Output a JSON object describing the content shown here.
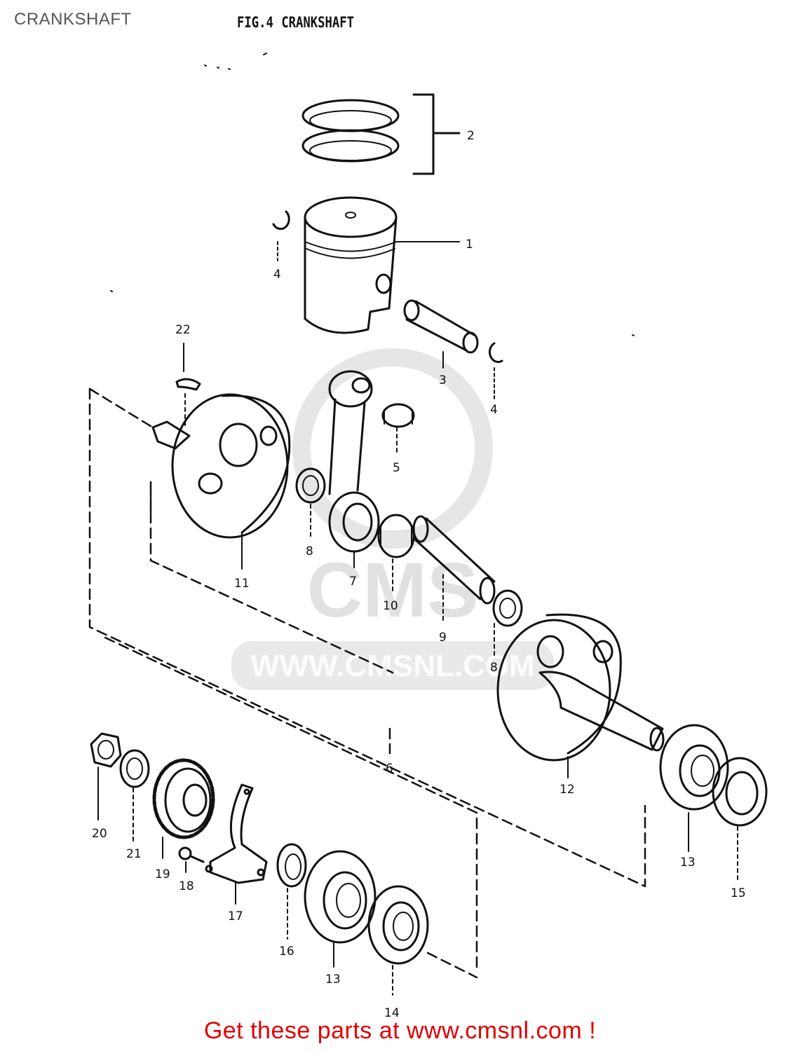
{
  "page_label": "CRANKSHAFT",
  "figure": {
    "number": "FIG.4",
    "title": "CRANKSHAFT"
  },
  "watermark": {
    "url": "WWW.CMSNL.COM",
    "logo_text": "CMS"
  },
  "callouts": [
    {
      "id": "2",
      "text": "2"
    },
    {
      "id": "1",
      "text": "1"
    },
    {
      "id": "4a",
      "text": "4"
    },
    {
      "id": "3",
      "text": "3"
    },
    {
      "id": "4b",
      "text": "4"
    },
    {
      "id": "22",
      "text": "22"
    },
    {
      "id": "5",
      "text": "5"
    },
    {
      "id": "8a",
      "text": "8"
    },
    {
      "id": "7",
      "text": "7"
    },
    {
      "id": "11",
      "text": "11"
    },
    {
      "id": "10",
      "text": "10"
    },
    {
      "id": "9",
      "text": "9"
    },
    {
      "id": "8b",
      "text": "8"
    },
    {
      "id": "6",
      "text": "6"
    },
    {
      "id": "12",
      "text": "12"
    },
    {
      "id": "13a",
      "text": "13"
    },
    {
      "id": "15",
      "text": "15"
    },
    {
      "id": "20",
      "text": "20"
    },
    {
      "id": "21",
      "text": "21"
    },
    {
      "id": "19",
      "text": "19"
    },
    {
      "id": "18",
      "text": "18"
    },
    {
      "id": "17",
      "text": "17"
    },
    {
      "id": "16",
      "text": "16"
    },
    {
      "id": "13b",
      "text": "13"
    },
    {
      "id": "14",
      "text": "14"
    }
  ],
  "footer": {
    "text": "Get these parts at www.cmsnl.com !"
  },
  "colors": {
    "footer": "#e00000",
    "line": "#111111",
    "watermark": "#c9c9c9"
  }
}
